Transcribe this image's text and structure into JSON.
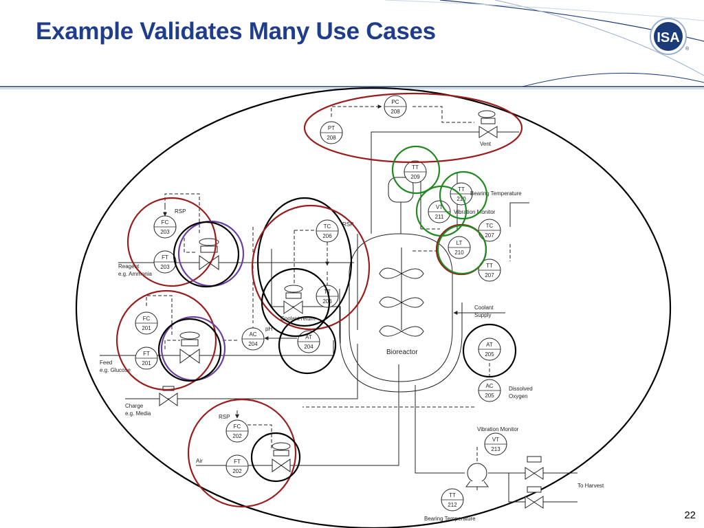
{
  "slide": {
    "title": "Example Validates Many Use Cases",
    "page_number": "22",
    "logo_text": "ISA",
    "logo_mark": "®"
  },
  "diagram": {
    "instruments": [
      {
        "id": "pc208",
        "tag": "PC",
        "num": "208"
      },
      {
        "id": "pt208",
        "tag": "PT",
        "num": "208"
      },
      {
        "id": "tt209",
        "tag": "TT",
        "num": "209"
      },
      {
        "id": "tt210",
        "tag": "TT",
        "num": "210"
      },
      {
        "id": "vt211",
        "tag": "VT",
        "num": "211"
      },
      {
        "id": "tc207",
        "tag": "TC",
        "num": "207"
      },
      {
        "id": "lt210",
        "tag": "LT",
        "num": "210"
      },
      {
        "id": "tt207",
        "tag": "TT",
        "num": "207"
      },
      {
        "id": "fc203",
        "tag": "FC",
        "num": "203"
      },
      {
        "id": "ft203",
        "tag": "FT",
        "num": "203"
      },
      {
        "id": "tc206",
        "tag": "TC",
        "num": "206"
      },
      {
        "id": "tt206",
        "tag": "TT",
        "num": "206"
      },
      {
        "id": "fc201",
        "tag": "FC",
        "num": "201"
      },
      {
        "id": "ft201",
        "tag": "FT",
        "num": "201"
      },
      {
        "id": "ac204",
        "tag": "AC",
        "num": "204"
      },
      {
        "id": "at204",
        "tag": "AT",
        "num": "204"
      },
      {
        "id": "at205",
        "tag": "AT",
        "num": "205"
      },
      {
        "id": "ac205",
        "tag": "AC",
        "num": "205"
      },
      {
        "id": "fc202",
        "tag": "FC",
        "num": "202"
      },
      {
        "id": "ft202",
        "tag": "FT",
        "num": "202"
      },
      {
        "id": "vt213",
        "tag": "VT",
        "num": "213"
      },
      {
        "id": "tt212",
        "tag": "TT",
        "num": "212"
      }
    ],
    "labels": {
      "vent": "Vent",
      "bearing_temp_top": "Bearing Temperature",
      "vibration_monitor_top": "Vibration Monitor",
      "rsp_left": "RSP",
      "rsp_center": "RSP",
      "rsp_bottom": "RSP",
      "reagent_1": "Reagent",
      "reagent_2": "e.g. Ammonia",
      "coolant_supply_1": "Coolant",
      "coolant_supply_2": "Supply",
      "coolant_return": "Coolant return",
      "ph": "pH",
      "bioreactor": "Bioreactor",
      "feed_1": "Feed",
      "feed_2": "e.g. Glucose",
      "dissolved_1": "Dissolved",
      "dissolved_2": "Oxygen",
      "charge_1": "Charge",
      "charge_2": "e.g. Media",
      "vibration_monitor_bottom": "Vibration Monitor",
      "air": "Air",
      "to_harvest": "To Harvest",
      "bearing_temp_bottom": "Bearing Temperature"
    },
    "highlight_colors": {
      "red": "#9b1c1c",
      "green": "#1f8a1f",
      "black": "#000000",
      "purple": "#6a3fa0"
    }
  }
}
